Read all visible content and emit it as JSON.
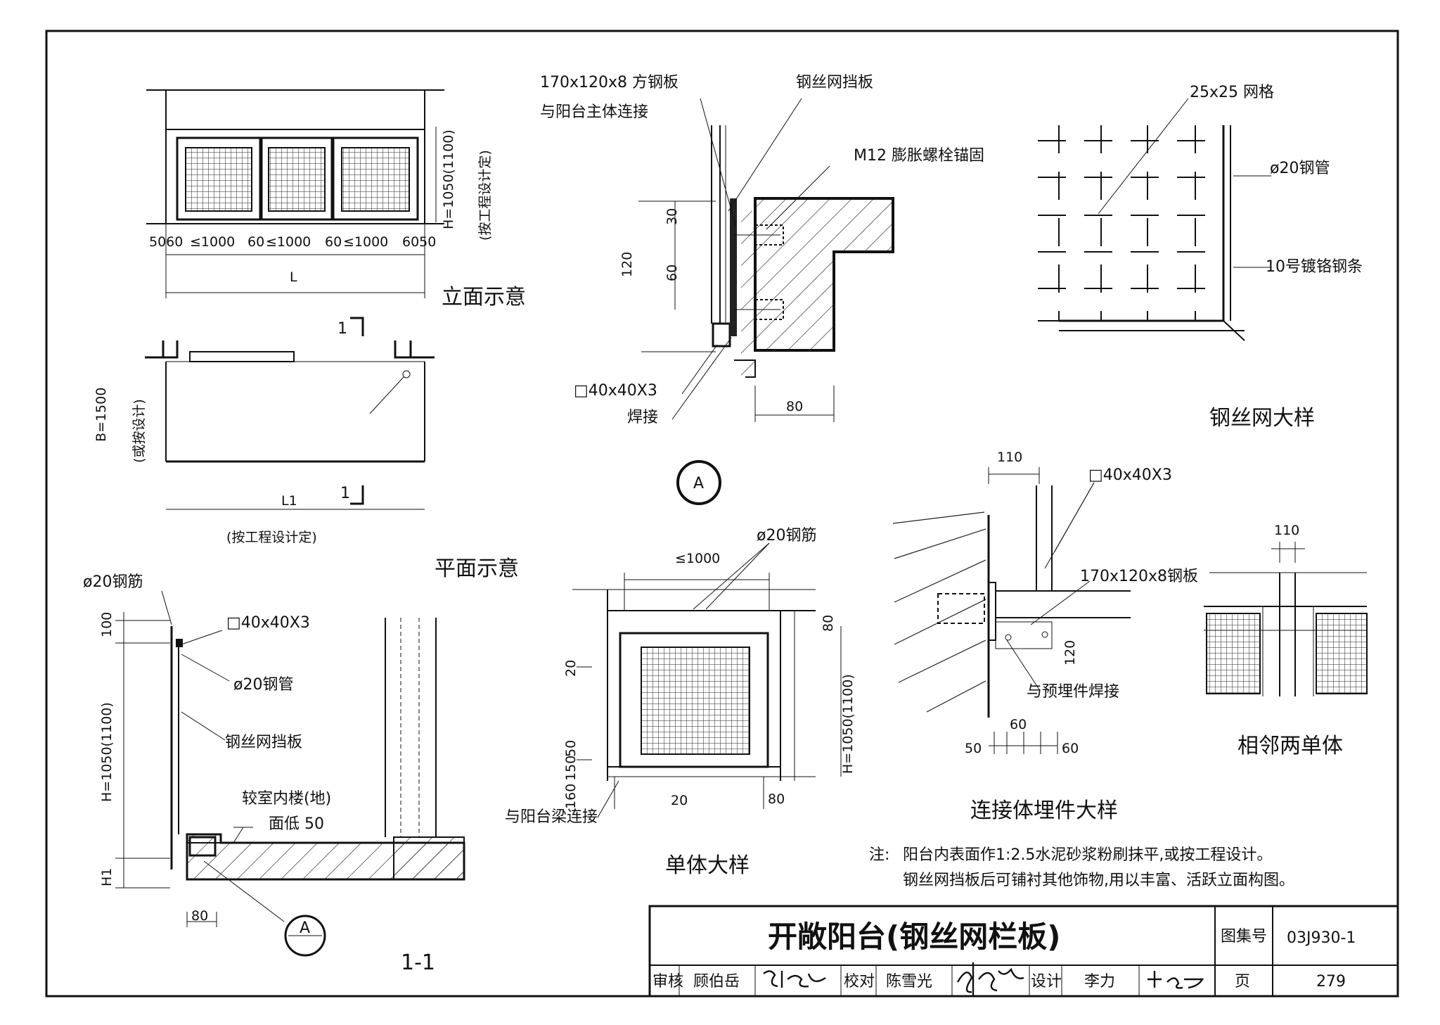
{
  "views": {
    "elevation": {
      "title": "立面示意",
      "height_dim": "H=1050(1100)",
      "height_note": "(按工程设计定)",
      "dims": [
        "5060",
        "≤1000",
        "60",
        "≤1000",
        "60",
        "≤1000",
        "6050"
      ],
      "length": "L"
    },
    "plan": {
      "title": "平面示意",
      "depth_dim": "B=1500",
      "depth_note": "(或按设计)",
      "length": "L1",
      "length_note": "(按工程设计定)",
      "section_mark": "1"
    },
    "detail_a": {
      "plate_label": "170x120x8 方钢板",
      "plate_note": "与阳台主体连接",
      "screen_label": "钢丝网挡板",
      "bolt_label": "M12 膨胀螺栓锚固",
      "dims": [
        "30",
        "120",
        "60",
        "80"
      ],
      "tube_label": "□40x40X3",
      "weld_label": "焊接",
      "symbol": "A"
    },
    "mesh": {
      "grid_label": "25x25 网格",
      "pipe_label": "ø20钢管",
      "strip_label": "10号镀铬钢条",
      "title": "钢丝网大样"
    },
    "section": {
      "rebar_label": "ø20钢筋",
      "tube_label": "□40x40X3",
      "pipe_label": "ø20钢管",
      "screen_label": "钢丝网挡板",
      "floor_note_1": "较室内楼(地)",
      "floor_note_2": "面低 50",
      "height_dim": "H=1050(1100)",
      "top_dim": "100",
      "h1": "H1",
      "bottom_dim": "80",
      "symbol": "A",
      "title": "1-1"
    },
    "unit": {
      "width_dim": "≤1000",
      "rebar_label": "ø20钢筋",
      "dims_left": [
        "20",
        "50",
        "150",
        "160"
      ],
      "dims_bottom": [
        "20",
        "80"
      ],
      "top_dim": "80",
      "height_dim": "H=1050(1100)",
      "beam_label": "与阳台梁连接",
      "title": "单体大样"
    },
    "embed": {
      "top_dim": "110",
      "tube_label": "□40x40X3",
      "plate_label": "170x120x8钢板",
      "dim_120": "120",
      "weld_label": "与预埋件焊接",
      "dims_bottom": [
        "50",
        "60",
        "60"
      ],
      "title": "连接体埋件大样"
    },
    "adjacent": {
      "top_dim": "110",
      "title": "相邻两单体"
    }
  },
  "notes": {
    "prefix": "注:",
    "line1": "阳台内表面作1:2.5水泥砂浆粉刷抹平,或按工程设计。",
    "line2": "钢丝网挡板后可铺衬其他饰物,用以丰富、活跃立面构图。"
  },
  "title_block": {
    "title": "开敞阳台(钢丝网栏板)",
    "atlas_label": "图集号",
    "atlas_no": "03J930-1",
    "review_label": "审核",
    "reviewer": "顾伯岳",
    "check_label": "校对",
    "checker": "陈雪光",
    "design_label": "设计",
    "designer": "李力",
    "page_label": "页",
    "page_no": "279"
  }
}
